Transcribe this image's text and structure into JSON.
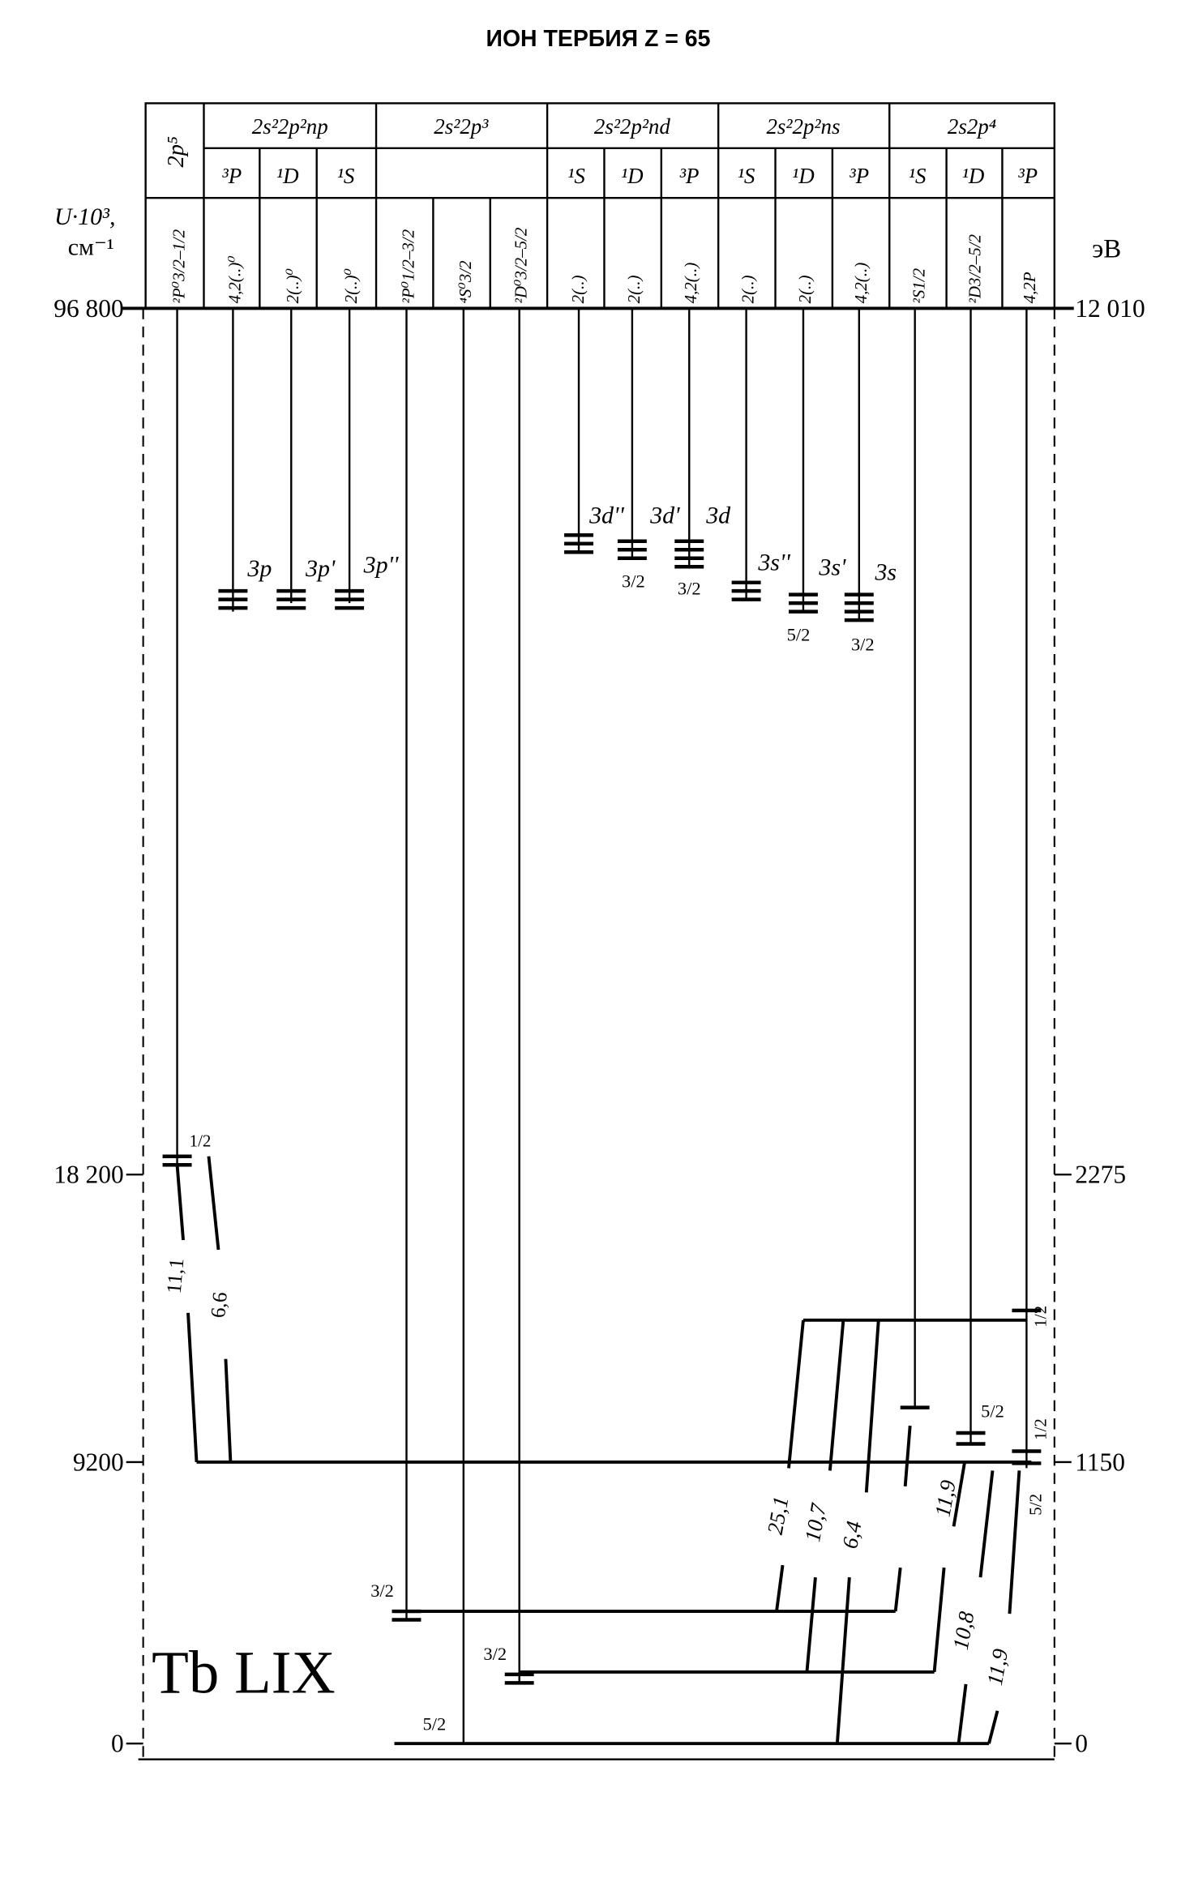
{
  "title": "ИОН ТЕРБИЯ  Z = 65",
  "ion_label": "Tb LIX",
  "axes": {
    "left_unit_line1": "U·10³,",
    "left_unit_line2": "см⁻¹",
    "right_unit": "эВ",
    "left_ticks": [
      "96 800",
      "18 200",
      "9200",
      "0"
    ],
    "right_ticks": [
      "12 010",
      "2275",
      "1150",
      "0"
    ]
  },
  "header": {
    "configs": [
      "2p⁵",
      "2s²2p²np",
      "2s²2p³",
      "2s²2p²nd",
      "2s²2p²ns",
      "2s2p⁴"
    ],
    "parents": [
      "³P",
      "¹D",
      "¹S",
      "¹S",
      "¹D",
      "³P",
      "¹S",
      "¹D",
      "³P",
      "¹S",
      "¹D",
      "³P"
    ],
    "terms": [
      "²P⁰3/2–1/2",
      "4,2(..)⁰",
      "2(..)⁰",
      "2(..)⁰",
      "²P⁰1/2–3/2",
      "⁴S⁰3/2",
      "²D⁰3/2–5/2",
      "2(..)",
      "2(..)",
      "4,2(..)",
      "2(..)",
      "2(..)",
      "4,2(..)",
      "²S1/2",
      "²D3/2–5/2",
      "4,2P"
    ]
  },
  "level_labels": {
    "p": [
      "3p",
      "3p'",
      "3p''"
    ],
    "d": [
      "3d''",
      "3d'",
      "3d"
    ],
    "s": [
      "3s''",
      "3s'",
      "3s"
    ],
    "j": [
      "1/2",
      "3/2",
      "3/2",
      "5/2",
      "3/2",
      "3/2",
      "5/2",
      "3/2",
      "5/2",
      "1/2",
      "1/2",
      "5/2"
    ]
  },
  "transitions": [
    "11,1",
    "6,6",
    "25,1",
    "10,7",
    "6,4",
    "11,9",
    "10,8",
    "11,9"
  ]
}
